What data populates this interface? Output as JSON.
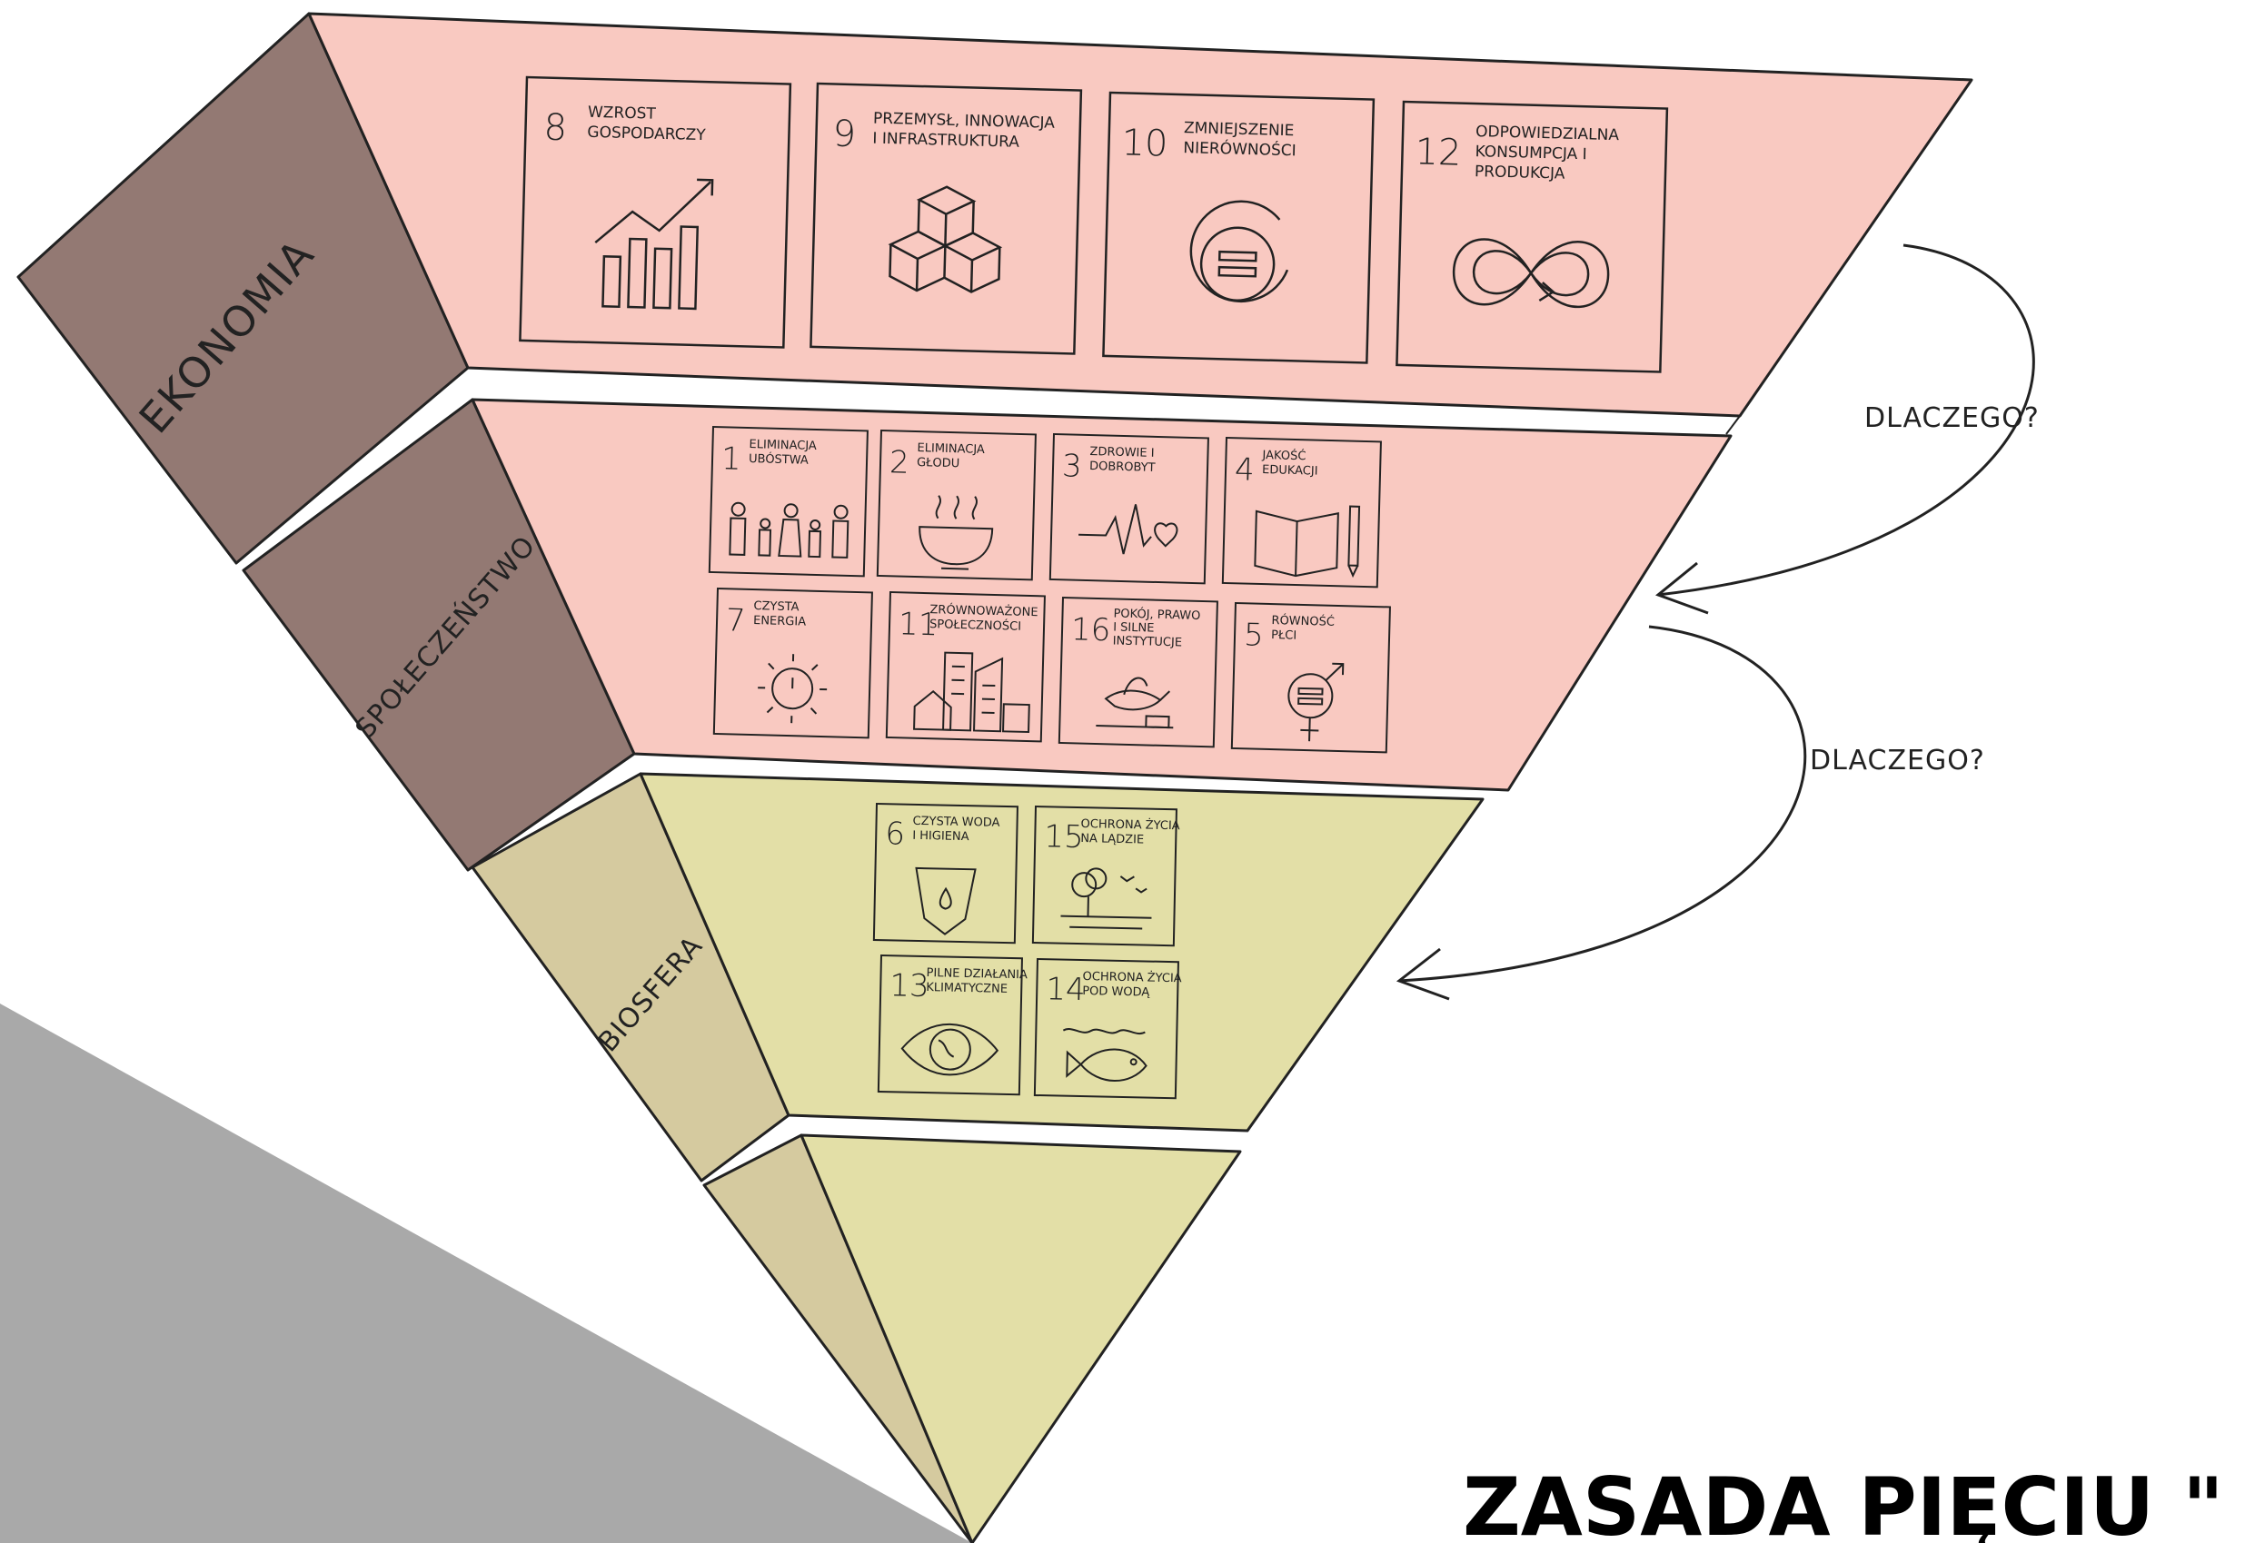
{
  "colors": {
    "economy_face": "#f9c9c1",
    "economy_side": "#937973",
    "society_face": "#f9c9c1",
    "society_side": "#937973",
    "biosphere_face": "#e3dfa7",
    "biosphere_side": "#d5ca9f",
    "tip_face": "#e3dfa7",
    "tip_side": "#d5ca9f",
    "corner": "#a9a9a9"
  },
  "layers": {
    "economy": "EKONOMIA",
    "society": "SPOŁECZEŃSTWO",
    "biosphere": "BIOSFERA"
  },
  "goals": {
    "economy": [
      {
        "number": "8",
        "line1": "WZROST",
        "line2": "GOSPODARCZY",
        "line3": "",
        "icon": "growth-chart-icon"
      },
      {
        "number": "9",
        "line1": "PRZEMYSŁ, INNOWACJA",
        "line2": "I INFRASTRUKTURA",
        "line3": "",
        "icon": "cubes-icon"
      },
      {
        "number": "10",
        "line1": "ZMNIEJSZENIE",
        "line2": "NIERÓWNOŚCI",
        "line3": "",
        "icon": "equality-circle-icon"
      },
      {
        "number": "12",
        "line1": "ODPOWIEDZIALNA",
        "line2": "KONSUMPCJA I",
        "line3": "PRODUKCJA",
        "icon": "infinity-icon"
      }
    ],
    "society": [
      {
        "number": "1",
        "line1": "ELIMINACJA",
        "line2": "UBÓSTWA",
        "icon": "family-icon"
      },
      {
        "number": "2",
        "line1": "ELIMINACJA",
        "line2": "GŁODU",
        "icon": "bowl-icon"
      },
      {
        "number": "3",
        "line1": "ZDROWIE I",
        "line2": "DOBROBYT",
        "icon": "heartbeat-icon"
      },
      {
        "number": "4",
        "line1": "JAKOŚĆ",
        "line2": "EDUKACJI",
        "icon": "book-icon"
      },
      {
        "number": "7",
        "line1": "CZYSTA",
        "line2": "ENERGIA",
        "icon": "sun-power-icon"
      },
      {
        "number": "11",
        "line1": "ZRÓWNOWAŻONE",
        "line2": "SPOŁECZNOŚCI",
        "icon": "city-icon"
      },
      {
        "number": "16",
        "line1": "POKÓJ, PRAWO",
        "line2": "I SILNE",
        "line3": "INSTYTUCJE",
        "icon": "dove-gavel-icon"
      },
      {
        "number": "5",
        "line1": "RÓWNOŚĆ",
        "line2": "PŁCI",
        "icon": "gender-icon"
      }
    ],
    "biosphere": [
      {
        "number": "6",
        "line1": "CZYSTA WODA",
        "line2": "I HIGIENA",
        "icon": "water-drop-icon"
      },
      {
        "number": "15",
        "line1": "OCHRONA ŻYCIA",
        "line2": "NA LĄDZIE",
        "icon": "tree-birds-icon"
      },
      {
        "number": "13",
        "line1": "PILNE DZIAŁANIA",
        "line2": "KLIMATYCZNE",
        "icon": "earth-eye-icon"
      },
      {
        "number": "14",
        "line1": "OCHRONA ŻYCIA",
        "line2": "POD WODĄ",
        "icon": "fish-icon"
      }
    ]
  },
  "arrows": {
    "upper": "DLACZEGO?",
    "lower": "DLACZEGO?"
  },
  "title": "ZASADA PIĘCIU \""
}
